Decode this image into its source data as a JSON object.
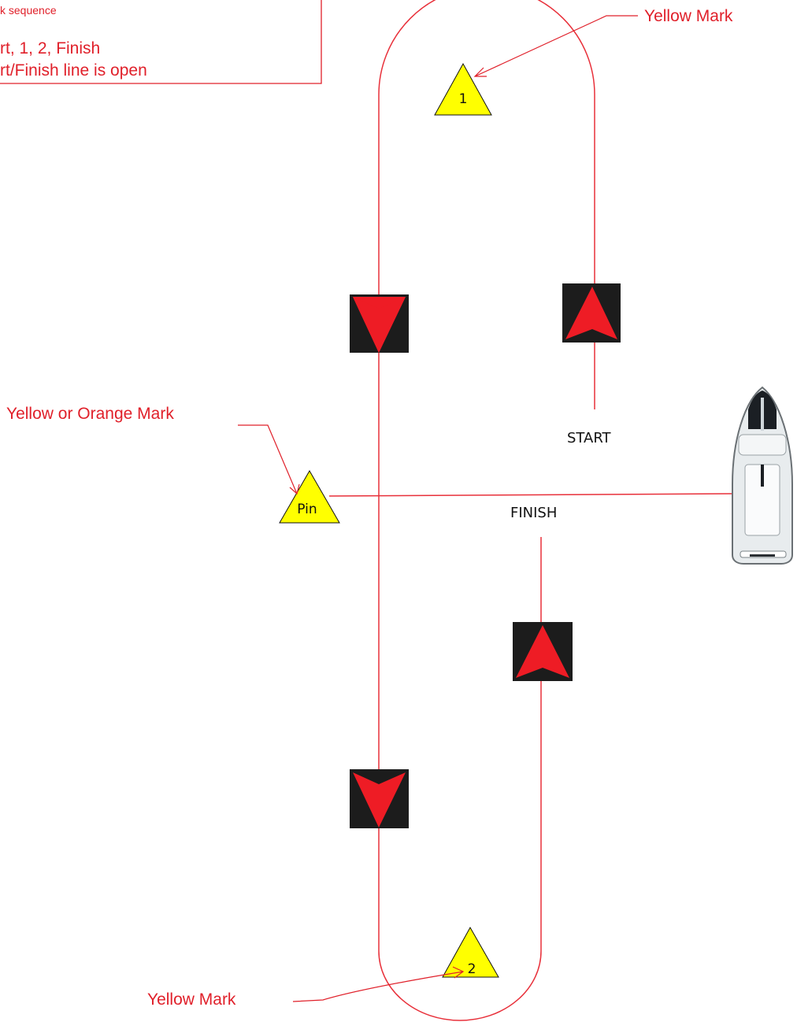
{
  "legend": {
    "line1": "k sequence",
    "line2": "rt, 1, 2, Finish",
    "line3": "rt/Finish line is open"
  },
  "labels": {
    "top_mark": "Yellow Mark",
    "pin_mark": "Yellow or Orange Mark",
    "bottom_mark": "Yellow Mark",
    "start": "START",
    "finish": "FINISH"
  },
  "marks": {
    "mark1": "1",
    "mark2": "2",
    "pin": "Pin"
  },
  "colors": {
    "course_line": "#e8303a",
    "mark_fill": "#ffff00",
    "arrow_box": "#1c1c1c",
    "arrow": "#ee1c25",
    "text_red": "#e0202a"
  }
}
